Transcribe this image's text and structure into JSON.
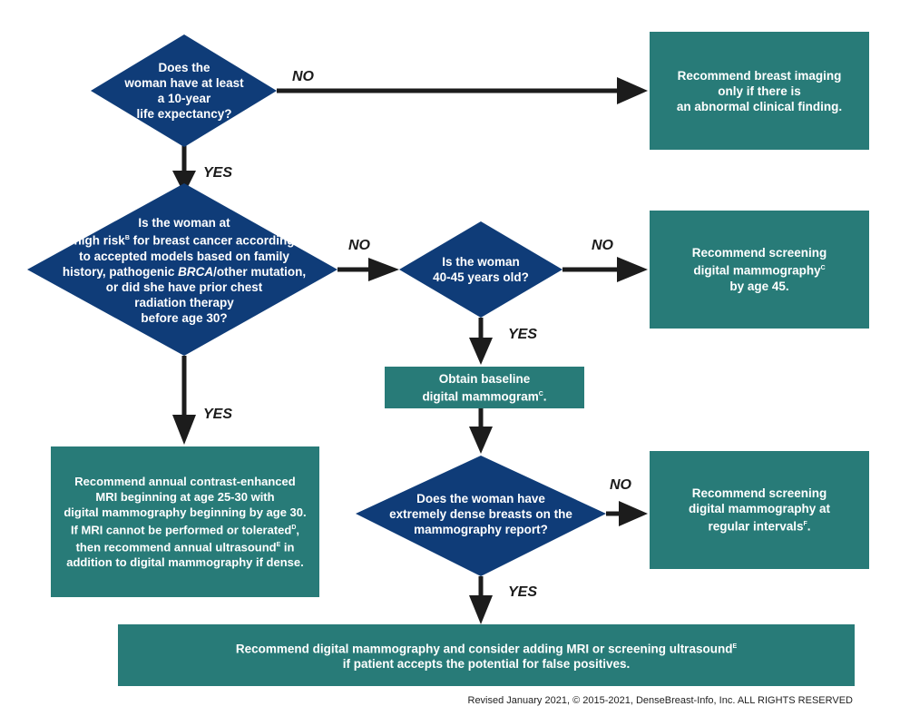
{
  "colors": {
    "decision": "#0f3c78",
    "action": "#287b78",
    "arrow": "#1c1c1c"
  },
  "decisions": {
    "life_expectancy": [
      "Does the",
      "woman have at least",
      "a 10-year",
      "life expectancy?"
    ],
    "high_risk": [
      "Is the woman at",
      "high risk",
      "B",
      " for breast cancer according",
      "to accepted models based on family",
      "history, pathogenic ",
      "BRCA",
      "/other mutation,",
      "or did she have prior chest",
      "radiation therapy",
      "before age 30?"
    ],
    "age_40_45": [
      "Is the woman",
      "40-45 years old?"
    ],
    "dense_breasts": [
      "Does the woman have",
      "extremely dense breasts on the",
      "mammography report?"
    ]
  },
  "actions": {
    "abnormal_finding": [
      "Recommend breast imaging",
      "only if there is",
      "an abnormal clinical finding."
    ],
    "screen_by_45": [
      "Recommend screening",
      "digital mammography",
      "C",
      "by age 45."
    ],
    "baseline": [
      "Obtain baseline",
      "digital mammogram",
      "C",
      "."
    ],
    "high_risk_mri": [
      "Recommend annual contrast-enhanced",
      "MRI beginning at age 25-30 with",
      "digital mammography beginning by age 30.",
      "If MRI cannot be performed or tolerated",
      "D",
      ",",
      "then recommend annual ultrasound",
      "E",
      " in",
      "addition to digital mammography if dense."
    ],
    "regular_intervals": [
      "Recommend screening",
      "digital mammography at",
      "regular intervals",
      "F",
      "."
    ],
    "dense_supplemental": [
      "Recommend digital mammography and consider adding MRI or screening ultrasound",
      "E",
      "if patient accepts the potential for false positives."
    ]
  },
  "labels": {
    "yes": "YES",
    "no": "NO"
  },
  "footer": "Revised January 2021, © 2015-2021, DenseBreast-Info, Inc. ALL RIGHTS RESERVED"
}
